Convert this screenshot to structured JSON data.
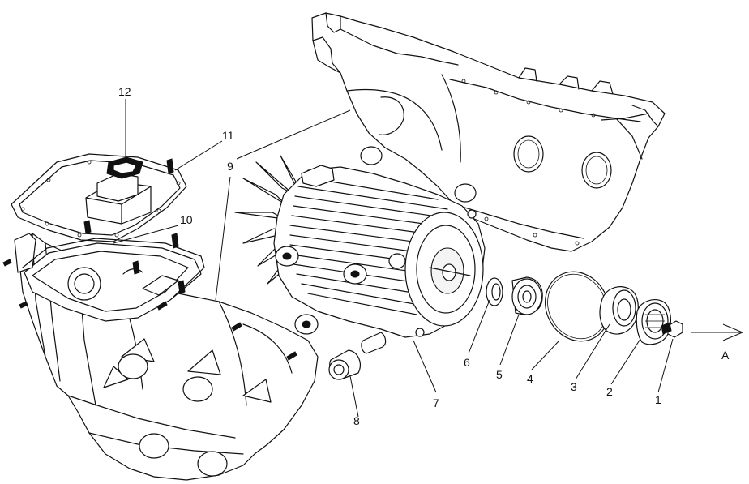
{
  "diagram": {
    "callouts": [
      "1",
      "2",
      "3",
      "4",
      "5",
      "6",
      "7",
      "8",
      "9",
      "10",
      "11",
      "12"
    ],
    "direction_label": "A"
  }
}
